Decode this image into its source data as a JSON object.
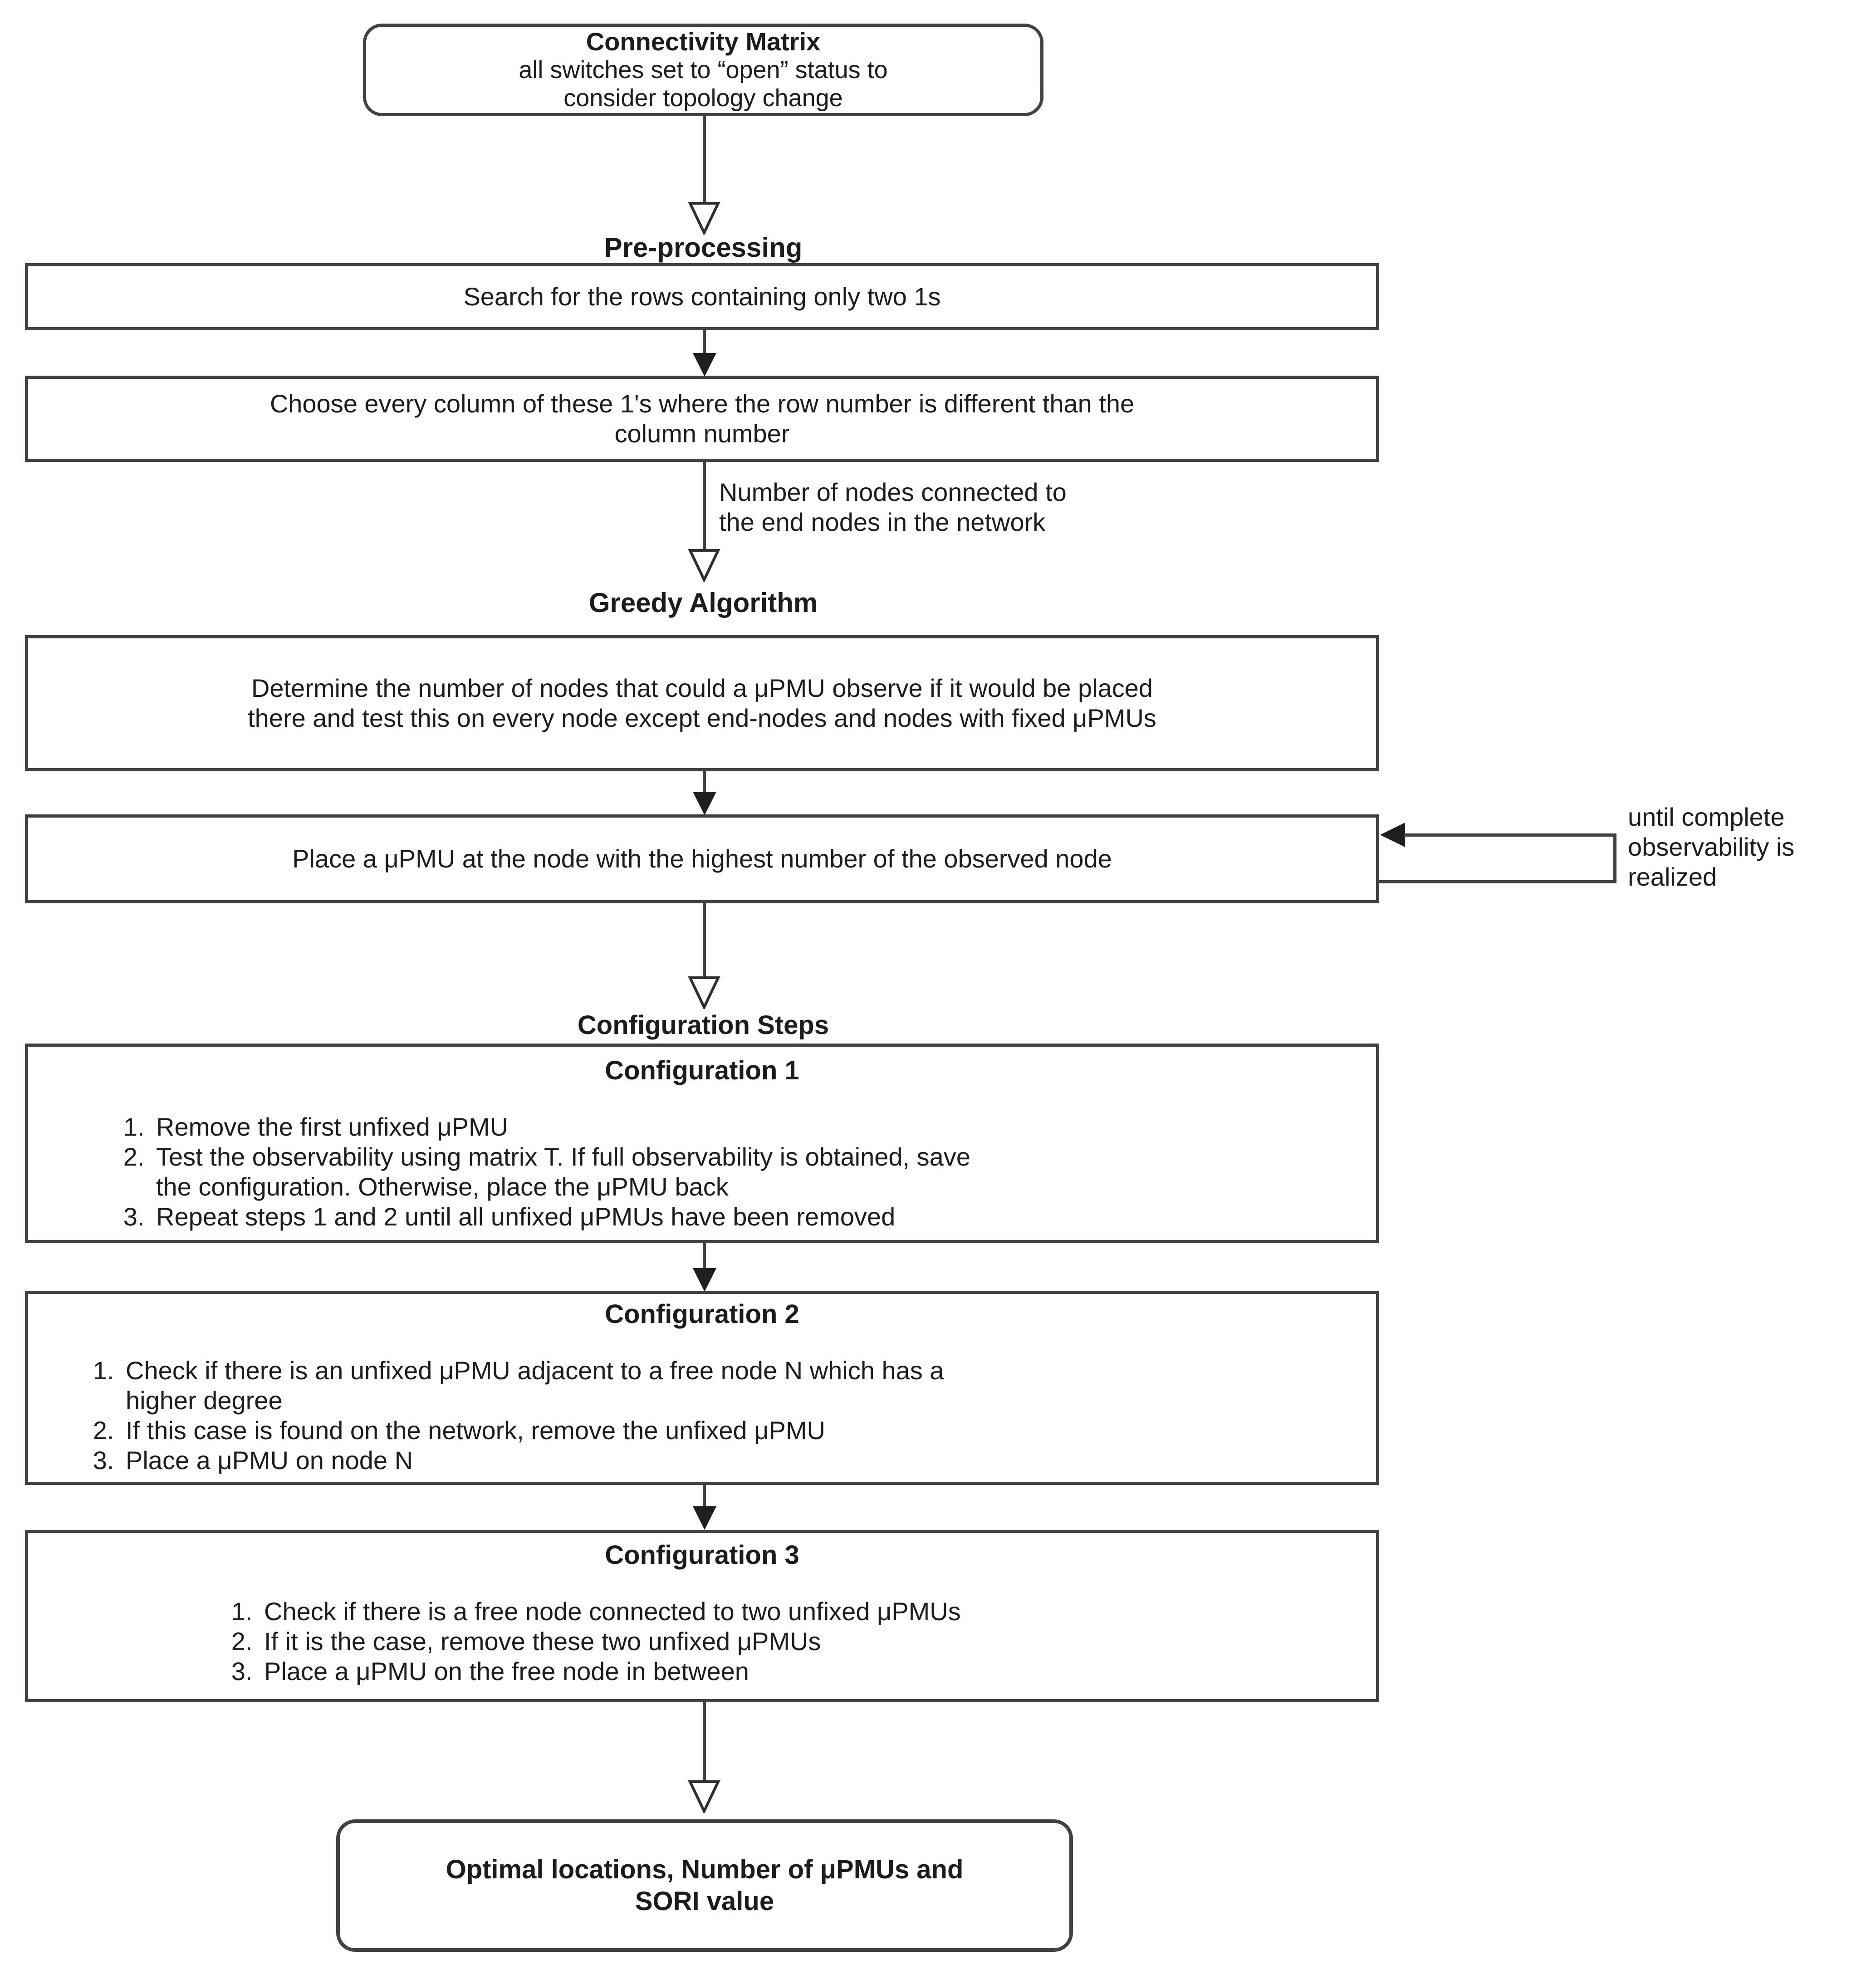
{
  "flow": {
    "colors": {
      "line": "#414141",
      "border": "#414141",
      "text": "#1c1c1c",
      "background": "#ffffff"
    },
    "connectivity": {
      "title": "Connectivity Matrix",
      "body": "all switches set to “open” status to\nconsider topology change"
    },
    "preprocessing_label": "Pre-processing",
    "search_rows": "Search for the rows containing only two 1s",
    "choose_columns": "Choose every column of these 1's where the row number is different than the\ncolumn number",
    "edge_label": "Number of nodes connected to\nthe end nodes in the network",
    "greedy_label": "Greedy Algorithm",
    "determine": "Determine the number of nodes that could a μPMU observe if it would be placed\nthere and test this on every node except end-nodes and nodes with fixed μPMUs",
    "place_pmu": "Place a μPMU at the node with the highest number of the observed node",
    "loop_label": "until complete\nobservability is\nrealized",
    "config_steps_label": "Configuration Steps",
    "config1": {
      "title": "Configuration 1",
      "items": [
        "Remove the first unfixed μPMU",
        "Test the observability using matrix T. If full observability is obtained, save\nthe configuration. Otherwise,  place the μPMU back",
        "Repeat steps 1 and 2 until all unfixed μPMUs have been removed"
      ]
    },
    "config2": {
      "title": "Configuration 2",
      "items": [
        "Check if there is an unfixed μPMU adjacent to a free node N which has a\nhigher degree",
        "If this case is found on the network, remove the unfixed μPMU",
        "Place a μPMU on node N"
      ]
    },
    "config3": {
      "title": "Configuration 3",
      "items": [
        "Check if there is a free node connected to two unfixed μPMUs",
        "If it is the case, remove these two unfixed μPMUs",
        "Place a μPMU on the free node in between"
      ]
    },
    "output": "Optimal locations, Number of μPMUs and\nSORI value"
  }
}
